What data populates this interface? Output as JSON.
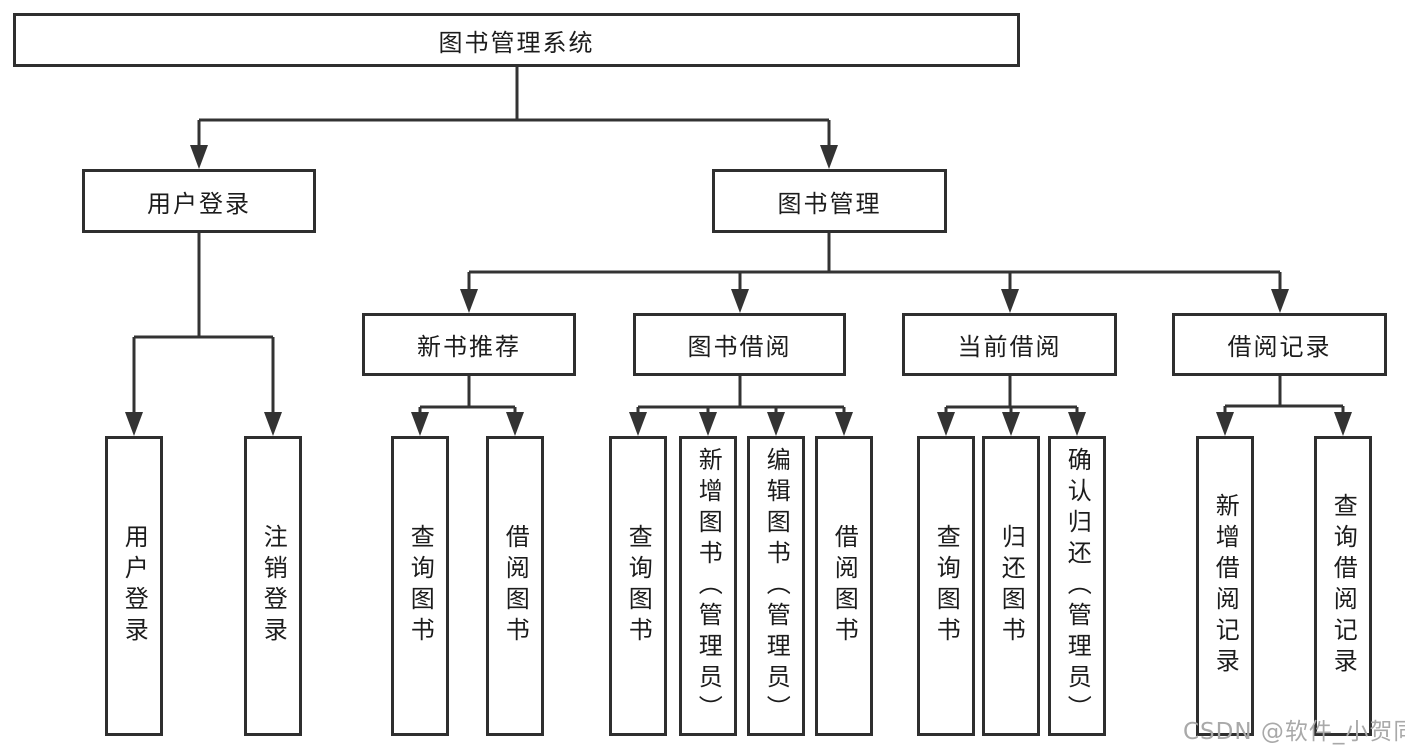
{
  "title": "图书管理系统",
  "colors": {
    "line": "#333333",
    "box_border": "#2f2f2f",
    "text": "#1c1c1c",
    "watermark": "#a9a9a9",
    "background": "#ffffff"
  },
  "nodes": {
    "root": "图书管理系统",
    "user_login": "用户登录",
    "book_mgmt": "图书管理",
    "new_book_rec": "新书推荐",
    "book_borrow": "图书借阅",
    "current_borrow": "当前借阅",
    "borrow_record": "借阅记录",
    "leaf_user_login": "用户登录",
    "leaf_logout": "注销登录",
    "leaf_nb_query": "查询图书",
    "leaf_nb_borrow": "借阅图书",
    "leaf_bb_query": "查询图书",
    "leaf_bb_add": "新增图书（管理员）",
    "leaf_bb_edit": "编辑图书（管理员）",
    "leaf_bb_borrow": "借阅图书",
    "leaf_cb_query": "查询图书",
    "leaf_cb_return": "归还图书",
    "leaf_cb_confirm": "确认归还（管理员）",
    "leaf_br_add": "新增借阅记录",
    "leaf_br_query": "查询借阅记录"
  },
  "watermark": {
    "text": "CSDN @软件_小贺同学"
  }
}
